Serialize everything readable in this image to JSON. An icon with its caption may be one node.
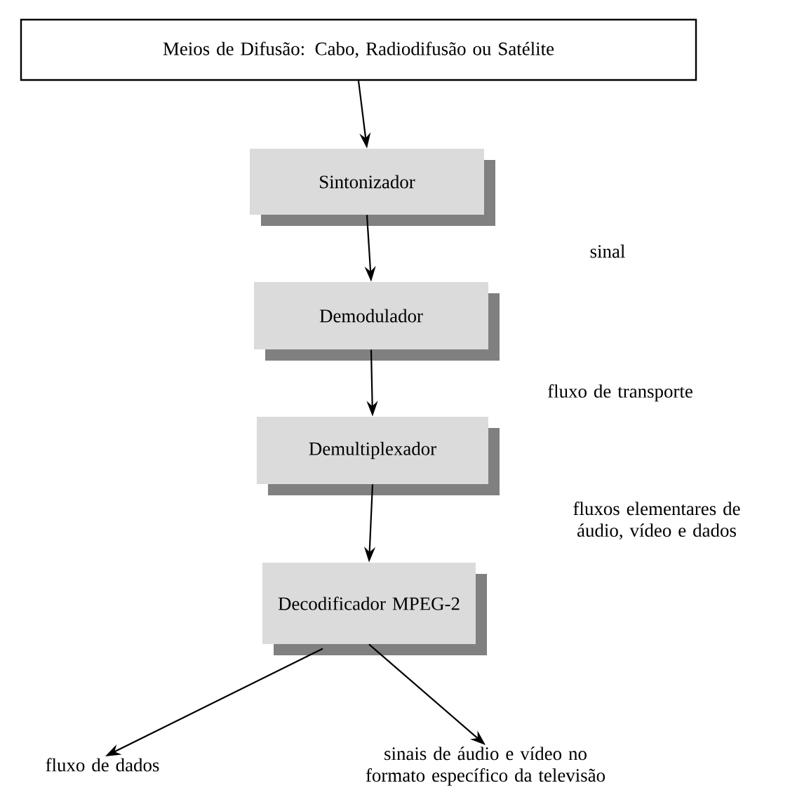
{
  "diagram": {
    "nodes": [
      {
        "text": [
          "Meios de Difusão: Cabo, Radiodifusão ou Satélite"
        ]
      },
      {
        "text": [
          "Sintonizador"
        ]
      },
      {
        "text": [
          "Demodulador"
        ]
      },
      {
        "text": [
          "Demultiplexador"
        ]
      },
      {
        "text": [
          "Decodificador MPEG-2"
        ]
      },
      {
        "text": [
          "fluxo de dados"
        ]
      },
      {
        "text": [
          "sinais de áudio e vídeo no formato específico da televisão"
        ]
      }
    ],
    "edges": [
      {
        "from": 0,
        "to": 1,
        "arrow": "to"
      },
      {
        "from": 1,
        "to": 2,
        "arrow": "to"
      },
      {
        "from": 2,
        "to": 3,
        "arrow": "to"
      },
      {
        "from": 3,
        "to": 4,
        "arrow": "to"
      },
      {
        "from": 4,
        "to": 5,
        "arrow": "to"
      },
      {
        "from": 4,
        "to": 6,
        "arrow": "to"
      }
    ],
    "labels": [
      "sinal",
      "fluxo de transporte",
      "fluxos elementares de áudio, vídeo e dados"
    ]
  }
}
